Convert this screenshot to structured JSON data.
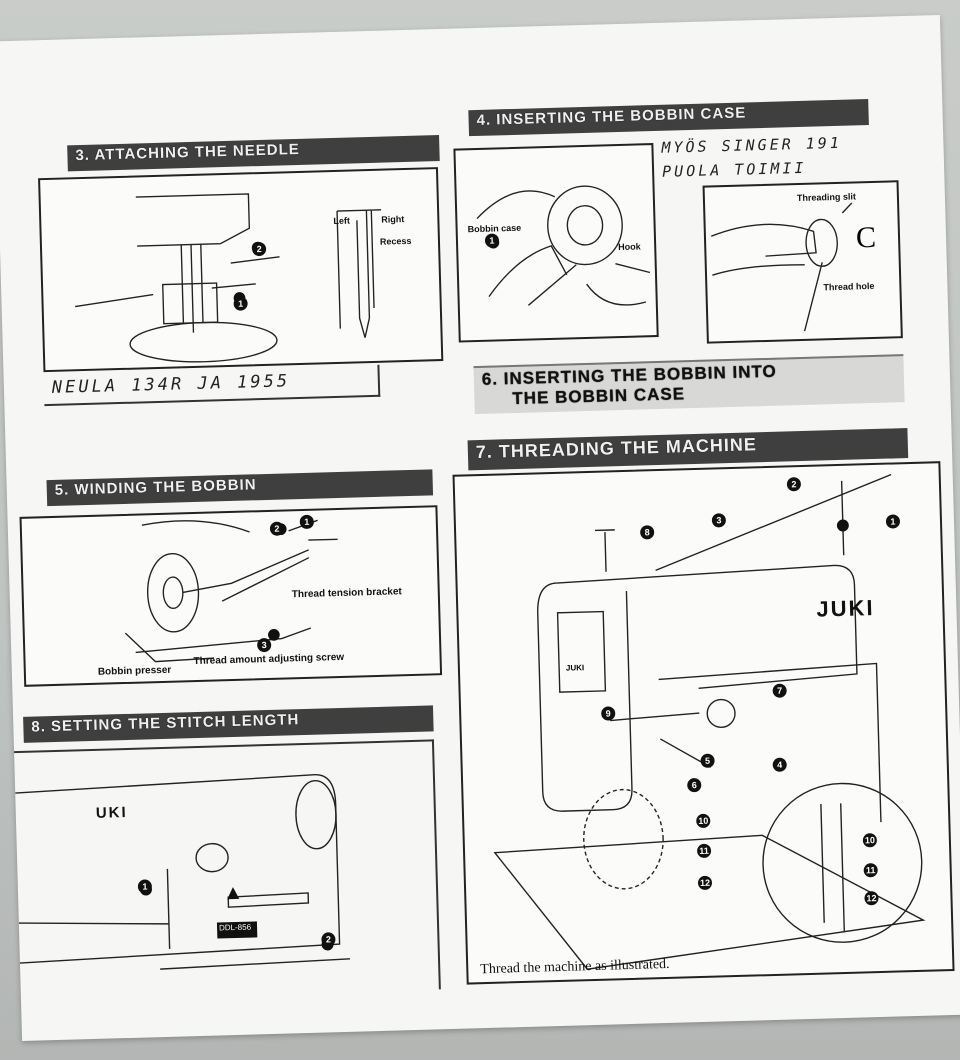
{
  "sections": {
    "s3": {
      "title": "3. ATTACHING THE NEEDLE",
      "labels": {
        "left": "Left",
        "right": "Right",
        "recess": "Recess"
      }
    },
    "s4": {
      "title": "4. INSERTING THE BOBBIN CASE",
      "labels": {
        "bobbin_case": "Bobbin case",
        "hook": "Hook",
        "threading_slit": "Threading slit",
        "thread_hole": "Thread hole",
        "c": "C"
      }
    },
    "s5": {
      "title": "5. WINDING THE BOBBIN",
      "labels": {
        "tension_bracket": "Thread tension bracket",
        "bobbin_presser": "Bobbin presser",
        "adjusting_screw": "Thread amount adjusting screw"
      }
    },
    "s6": {
      "title_line1": "6. INSERTING THE BOBBIN INTO",
      "title_line2": "THE BOBBIN CASE"
    },
    "s7": {
      "title": "7. THREADING THE MACHINE",
      "brand": "JUKI",
      "badge": "JUKI",
      "caption": "Thread the machine as illustrated."
    },
    "s8": {
      "title": "8. SETTING THE STITCH LENGTH",
      "brand": "UKI",
      "plate": "DDL-856"
    }
  },
  "handwriting": {
    "needle_note": "NEULA 134R   JA   1955",
    "bobbin_note_line1": "MYÖS SINGER 191",
    "bobbin_note_line2": "PUOLA TOIMII"
  },
  "markers": {
    "n1": "1",
    "n2": "2",
    "n3": "3",
    "n4": "4",
    "n5": "5",
    "n6": "6",
    "n7": "7",
    "n8": "8",
    "n9": "9",
    "n10": "10",
    "n11": "11",
    "n12": "12"
  }
}
